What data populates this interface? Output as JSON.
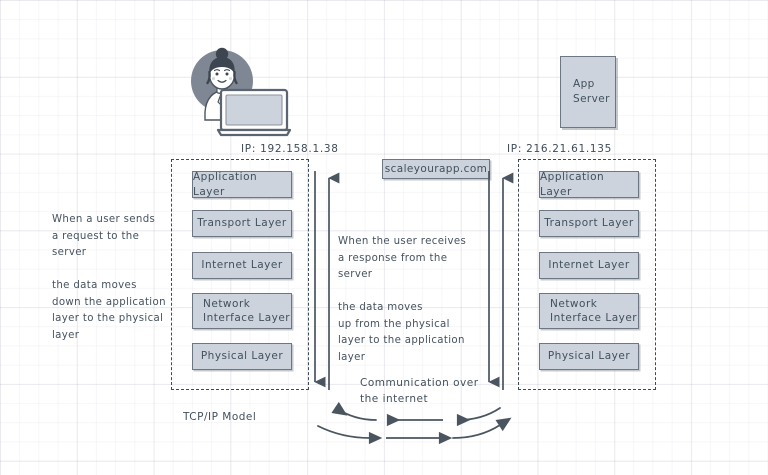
{
  "diagram": {
    "title_caption": "TCP/IP Model",
    "client": {
      "ip_label": "IP: 192.158.1.38",
      "avatar_icon": "user-avatar-icon",
      "laptop_icon": "laptop-icon"
    },
    "server": {
      "ip_label": "IP: 216.21.61.135",
      "box_label": "App\nServer",
      "server_icon": "server-box-icon"
    },
    "url_chip": {
      "label": "scaleyourapp.com"
    },
    "layers": [
      "Application Layer",
      "Transport Layer",
      "Internet Layer",
      "Network Interface Layer",
      "Physical Layer"
    ],
    "notes": {
      "left": "When a user sends\na request to the\nserver\n\nthe data moves\ndown the application\nlayer to the physical\nlayer",
      "middle": "When the user receives\na response from the\nserver\n\nthe data moves\nup from the physical\nlayer to the application\nlayer",
      "bottom": "Communication over\nthe internet"
    },
    "arrows": {
      "client_down_icon": "arrow-down-icon",
      "client_up_icon": "arrow-up-icon",
      "server_down_icon": "arrow-down-icon",
      "server_up_icon": "arrow-up-icon",
      "internet_left_icon": "arrow-left-icon",
      "internet_right_icon": "arrow-right-icon"
    },
    "colors": {
      "box_fill": "#ccd3dc",
      "box_stroke": "#6d7784",
      "ink": "#434f5c",
      "avatar_circle": "#7e8793"
    }
  }
}
